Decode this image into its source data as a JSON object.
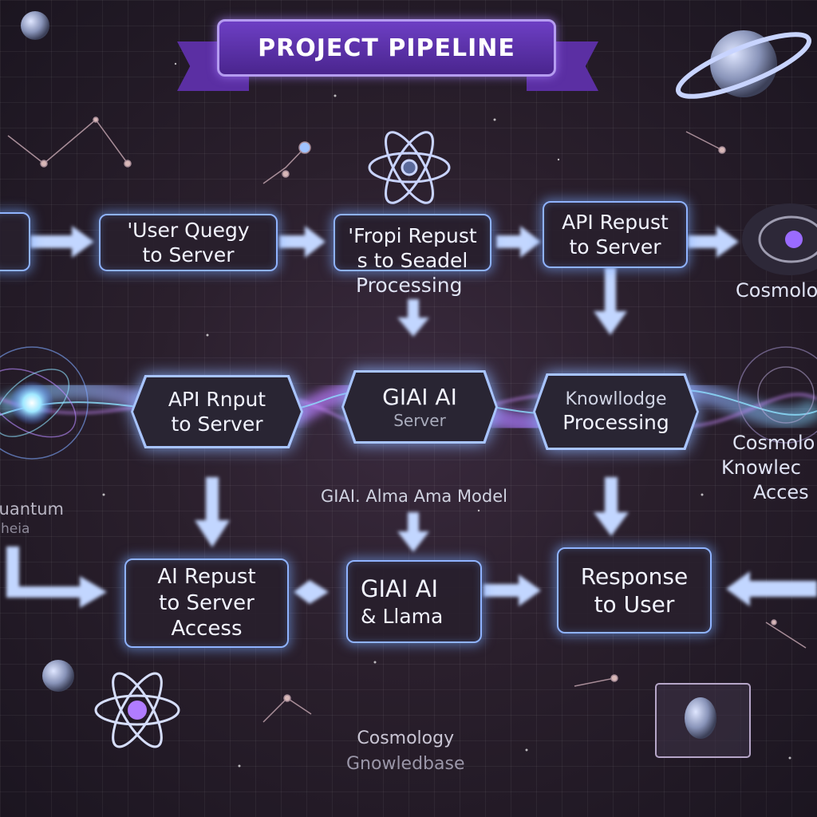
{
  "title": "PROJECT PIPELINE",
  "row1": {
    "box_a": [
      "'User Quegy",
      "to Server"
    ],
    "box_b": [
      "'Fropi Repust",
      "s to Seadel",
      "Processing"
    ],
    "box_c": [
      "API Repust",
      "to Server"
    ],
    "end_label": "Cosmolo"
  },
  "row2": {
    "hex_a": [
      "API Rnput",
      "to Server"
    ],
    "hex_b": [
      "GIAI AI",
      "Server"
    ],
    "hex_c": [
      "Knowllodge",
      "Processing"
    ],
    "end_label": [
      "Cosmolo",
      "Knowlec",
      "Acces"
    ],
    "left_label": [
      "Quantum",
      "Iheia"
    ]
  },
  "model_label": "GIAI. Alma Ama Model",
  "row3": {
    "box_a": [
      "AI Repust",
      "to Server",
      "Access"
    ],
    "box_b": [
      "GIAI AI",
      "& Llama"
    ],
    "box_c": [
      "Response",
      "to User"
    ]
  },
  "footer": [
    "Cosmology",
    "Gnowledbase"
  ],
  "colors": {
    "accent": "#8fb3ff",
    "arrow": "#b8d0ff",
    "banner": "#5b2fa3",
    "glow": "#b07cff"
  }
}
